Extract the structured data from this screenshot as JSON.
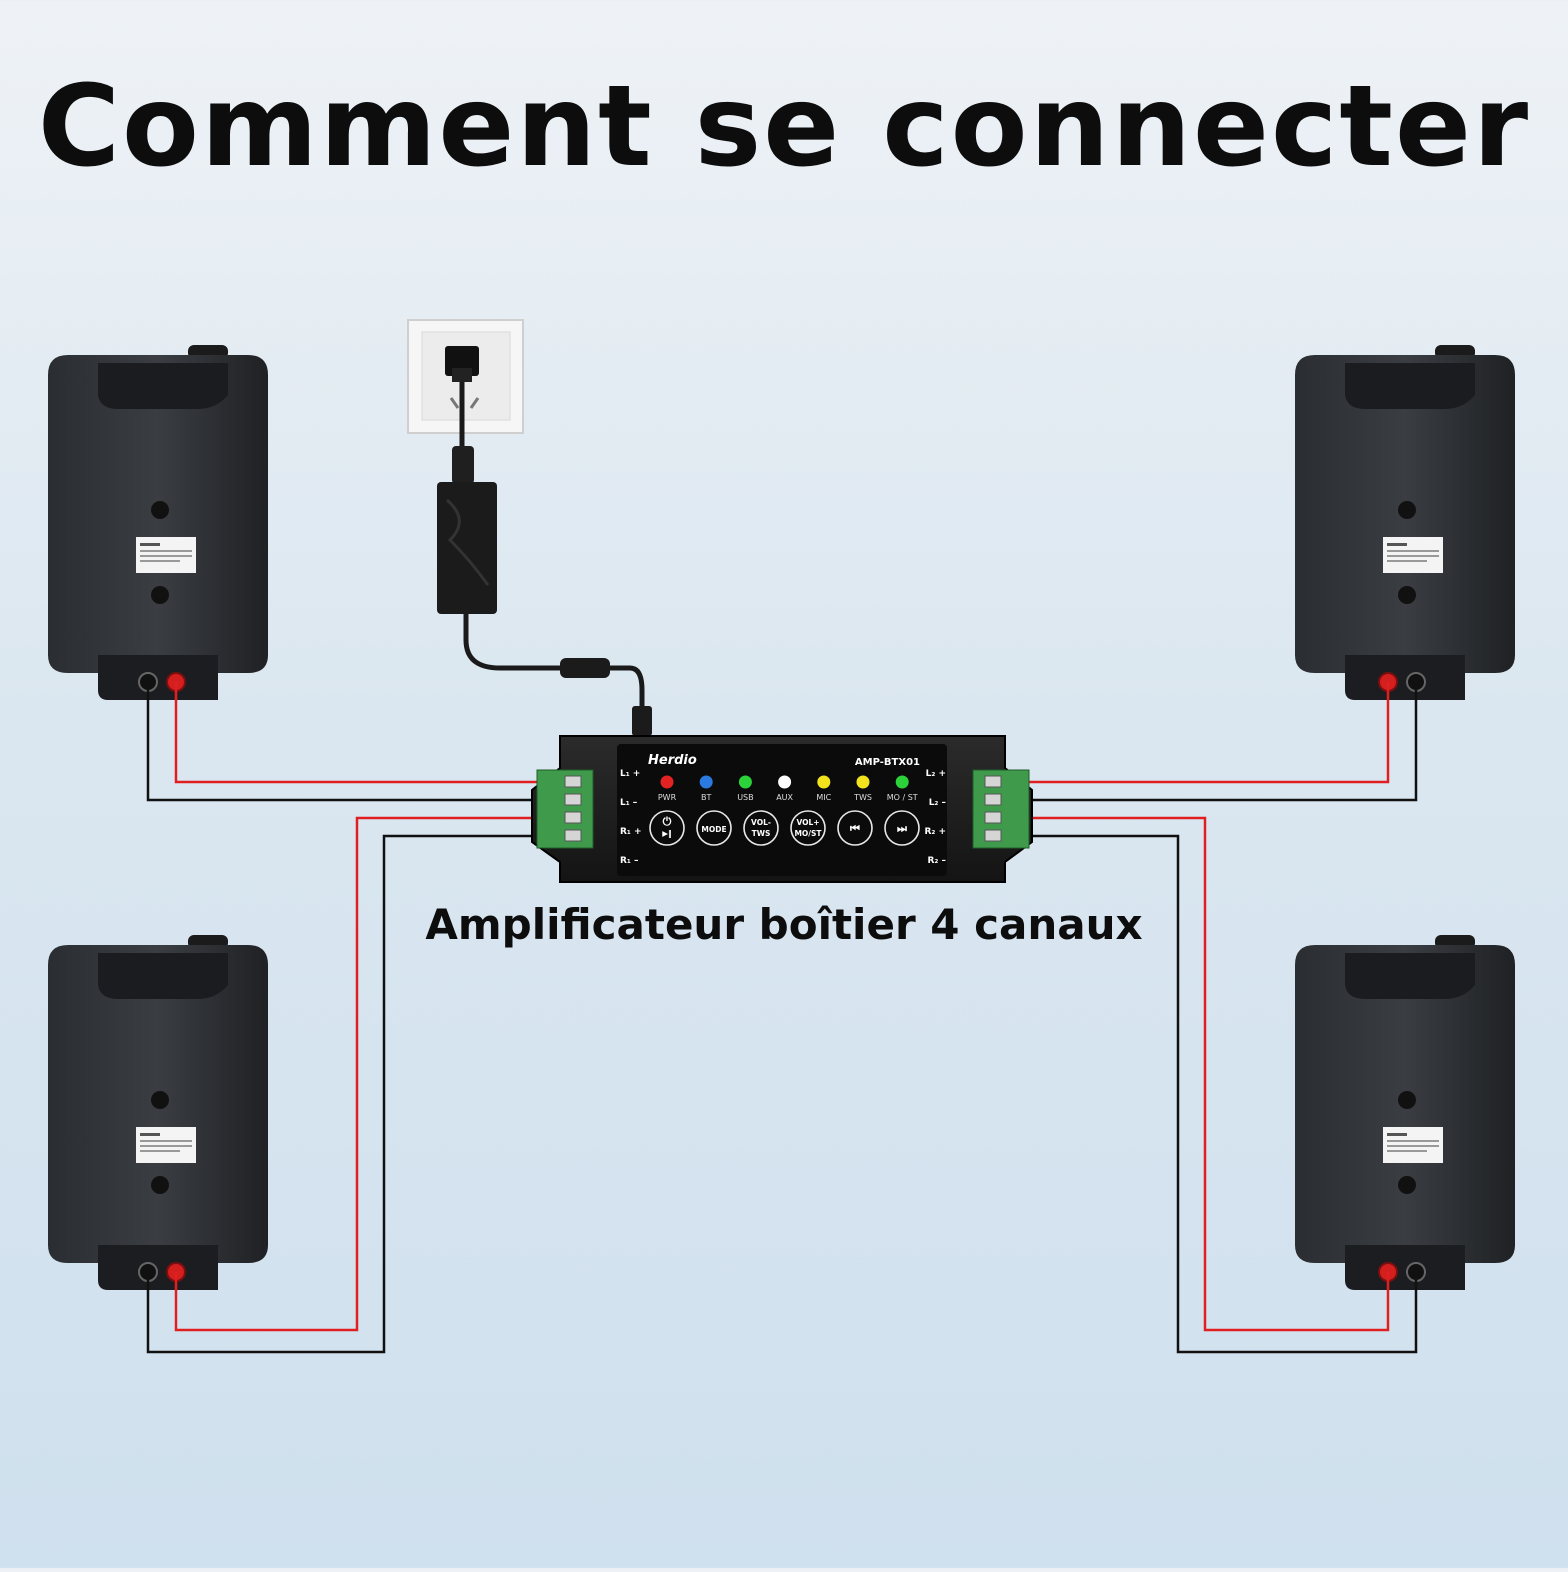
{
  "title": "Comment se connecter",
  "caption": "Amplificateur boîtier 4 canaux",
  "amplifier": {
    "brand": "Herdio",
    "model": "AMP-BTX01",
    "indicators": [
      {
        "label": "PWR",
        "color": "#e32222"
      },
      {
        "label": "BT",
        "color": "#2a7ae2"
      },
      {
        "label": "USB",
        "color": "#2bd23a"
      },
      {
        "label": "AUX",
        "color": "#ffffff"
      },
      {
        "label": "MIC",
        "color": "#f2e31c"
      },
      {
        "label": "TWS",
        "color": "#f2e31c"
      },
      {
        "label": "MO / ST",
        "color": "#2bd23a"
      }
    ],
    "buttons": [
      {
        "icon": "play-pause-icon",
        "glyph": "⏻▶‖",
        "line1": "⏻",
        "line2": "▶‖"
      },
      {
        "icon": "mode-icon",
        "line1": "MODE",
        "line2": ""
      },
      {
        "icon": "vol-down-icon",
        "line1": "VOL-",
        "line2": "TWS"
      },
      {
        "icon": "vol-up-icon",
        "line1": "VOL+",
        "line2": "MO/ST"
      },
      {
        "icon": "previous-icon",
        "line1": "⏮",
        "line2": ""
      },
      {
        "icon": "next-icon",
        "line1": "⏭",
        "line2": ""
      }
    ],
    "left_terminals": [
      "L₁ +",
      "L₁ –",
      "R₁ +",
      "R₁ –"
    ],
    "right_terminals": [
      "L₂ +",
      "L₂ –",
      "R₂ +",
      "R₂ –"
    ]
  },
  "speakers": [
    {
      "position": "top-left",
      "terminal_colors": [
        "#111111",
        "#d41f1f"
      ]
    },
    {
      "position": "top-right",
      "terminal_colors": [
        "#d41f1f",
        "#111111"
      ]
    },
    {
      "position": "bottom-left",
      "terminal_colors": [
        "#111111",
        "#d41f1f"
      ]
    },
    {
      "position": "bottom-right",
      "terminal_colors": [
        "#d41f1f",
        "#111111"
      ]
    }
  ],
  "wire_colors": {
    "positive": "#e02020",
    "negative": "#111111"
  }
}
